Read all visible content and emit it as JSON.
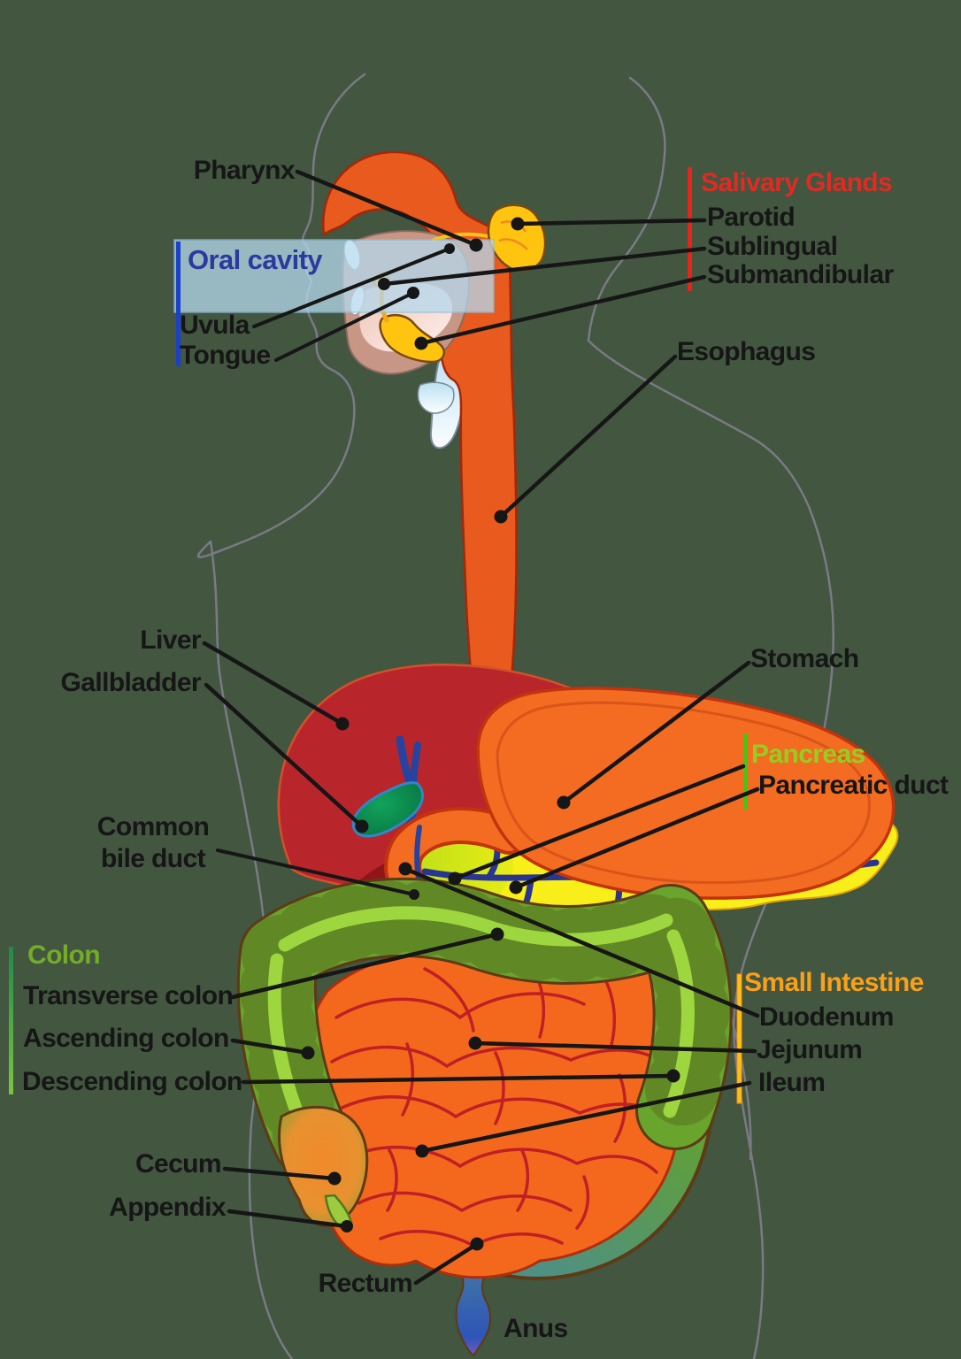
{
  "labels": {
    "pharynx": {
      "text": "Pharynx"
    },
    "salivary_glands": {
      "text": "Salivary Glands",
      "color": "#E02B22"
    },
    "parotid": {
      "text": "Parotid"
    },
    "sublingual": {
      "text": "Sublingual"
    },
    "submandibular": {
      "text": "Submandibular"
    },
    "oral_cavity": {
      "text": "Oral cavity",
      "color": "#2B3A9C"
    },
    "uvula": {
      "text": "Uvula"
    },
    "tongue": {
      "text": "Tongue"
    },
    "esophagus": {
      "text": "Esophagus"
    },
    "liver": {
      "text": "Liver"
    },
    "gallbladder": {
      "text": "Gallbladder"
    },
    "stomach": {
      "text": "Stomach"
    },
    "pancreas": {
      "text": "Pancreas",
      "color": "#94CE21"
    },
    "pancreatic_duct": {
      "text": "Pancreatic duct"
    },
    "common_bile_duct": {
      "text": "Common bile duct",
      "line1": "Common",
      "line2": "bile duct"
    },
    "colon": {
      "text": "Colon",
      "color": "#74AC27"
    },
    "transverse_colon": {
      "text": "Transverse colon"
    },
    "ascending_colon": {
      "text": "Ascending colon"
    },
    "descending_colon": {
      "text": "Descending colon"
    },
    "small_intestine": {
      "text": "Small Intestine",
      "color": "#F9A01B"
    },
    "duodenum": {
      "text": "Duodenum"
    },
    "jejunum": {
      "text": "Jejunum"
    },
    "ileum": {
      "text": "Ileum"
    },
    "cecum": {
      "text": "Cecum"
    },
    "appendix": {
      "text": "Appendix"
    },
    "rectum": {
      "text": "Rectum"
    },
    "anus": {
      "text": "Anus"
    }
  },
  "colors": {
    "background": "#425640",
    "label_text": "#161616",
    "leader_line": "#161616",
    "salivary_bar": "#E8231A",
    "oral_cavity_bar": "#1A41C8",
    "oral_cavity_band": "#B5D9EE",
    "pancreas_bar": "#45C615",
    "colon_bar": "#1F8A4C",
    "small_intestine_bar": "#FDC010",
    "organ_orange": "#F36C21",
    "esophagus_orange": "#E85A1E",
    "liver_red": "#B8262C",
    "gallbladder_green": "#067A43",
    "pancreas_yellow": "#F7EE1A",
    "duct_blue": "#283593",
    "colon_green": "#69A42D",
    "rectum_blue": "#2E55B8",
    "salivary_yellow": "#FFC410",
    "body_outline_gray": "#7A7A85"
  }
}
